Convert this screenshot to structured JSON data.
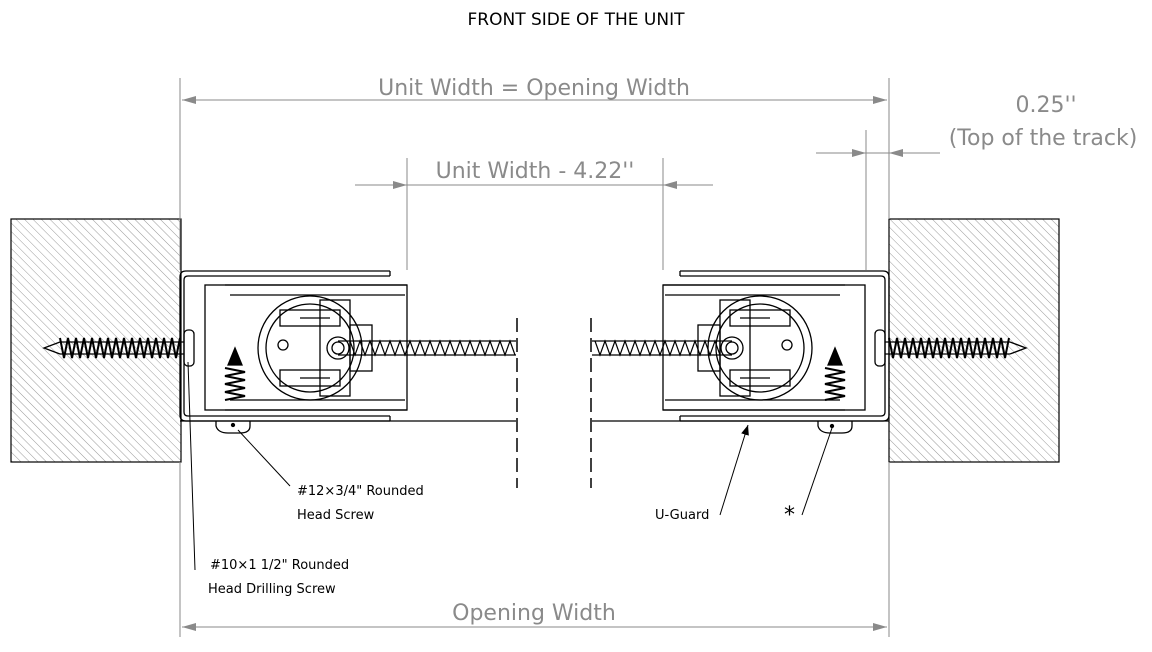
{
  "title": "FRONT SIDE OF THE UNIT",
  "dimensions": {
    "unit_width": "Unit Width = Opening Width",
    "inner_width": "Unit Width - 4.22''",
    "track_offset": "0.25''",
    "track_note": "(Top of the track)",
    "opening_width": "Opening Width"
  },
  "callouts": {
    "rounded_screw_line1": "#12×3/4\" Rounded",
    "rounded_screw_line2": "Head Screw",
    "drilling_screw_line1": "#10×1 1/2\" Rounded",
    "drilling_screw_line2": "Head Drilling Screw",
    "u_guard": "U-Guard",
    "asterisk": "*"
  },
  "colors": {
    "line": "#000000",
    "dimension": "#8a8a8a",
    "hatch": "#9a9a9a"
  }
}
